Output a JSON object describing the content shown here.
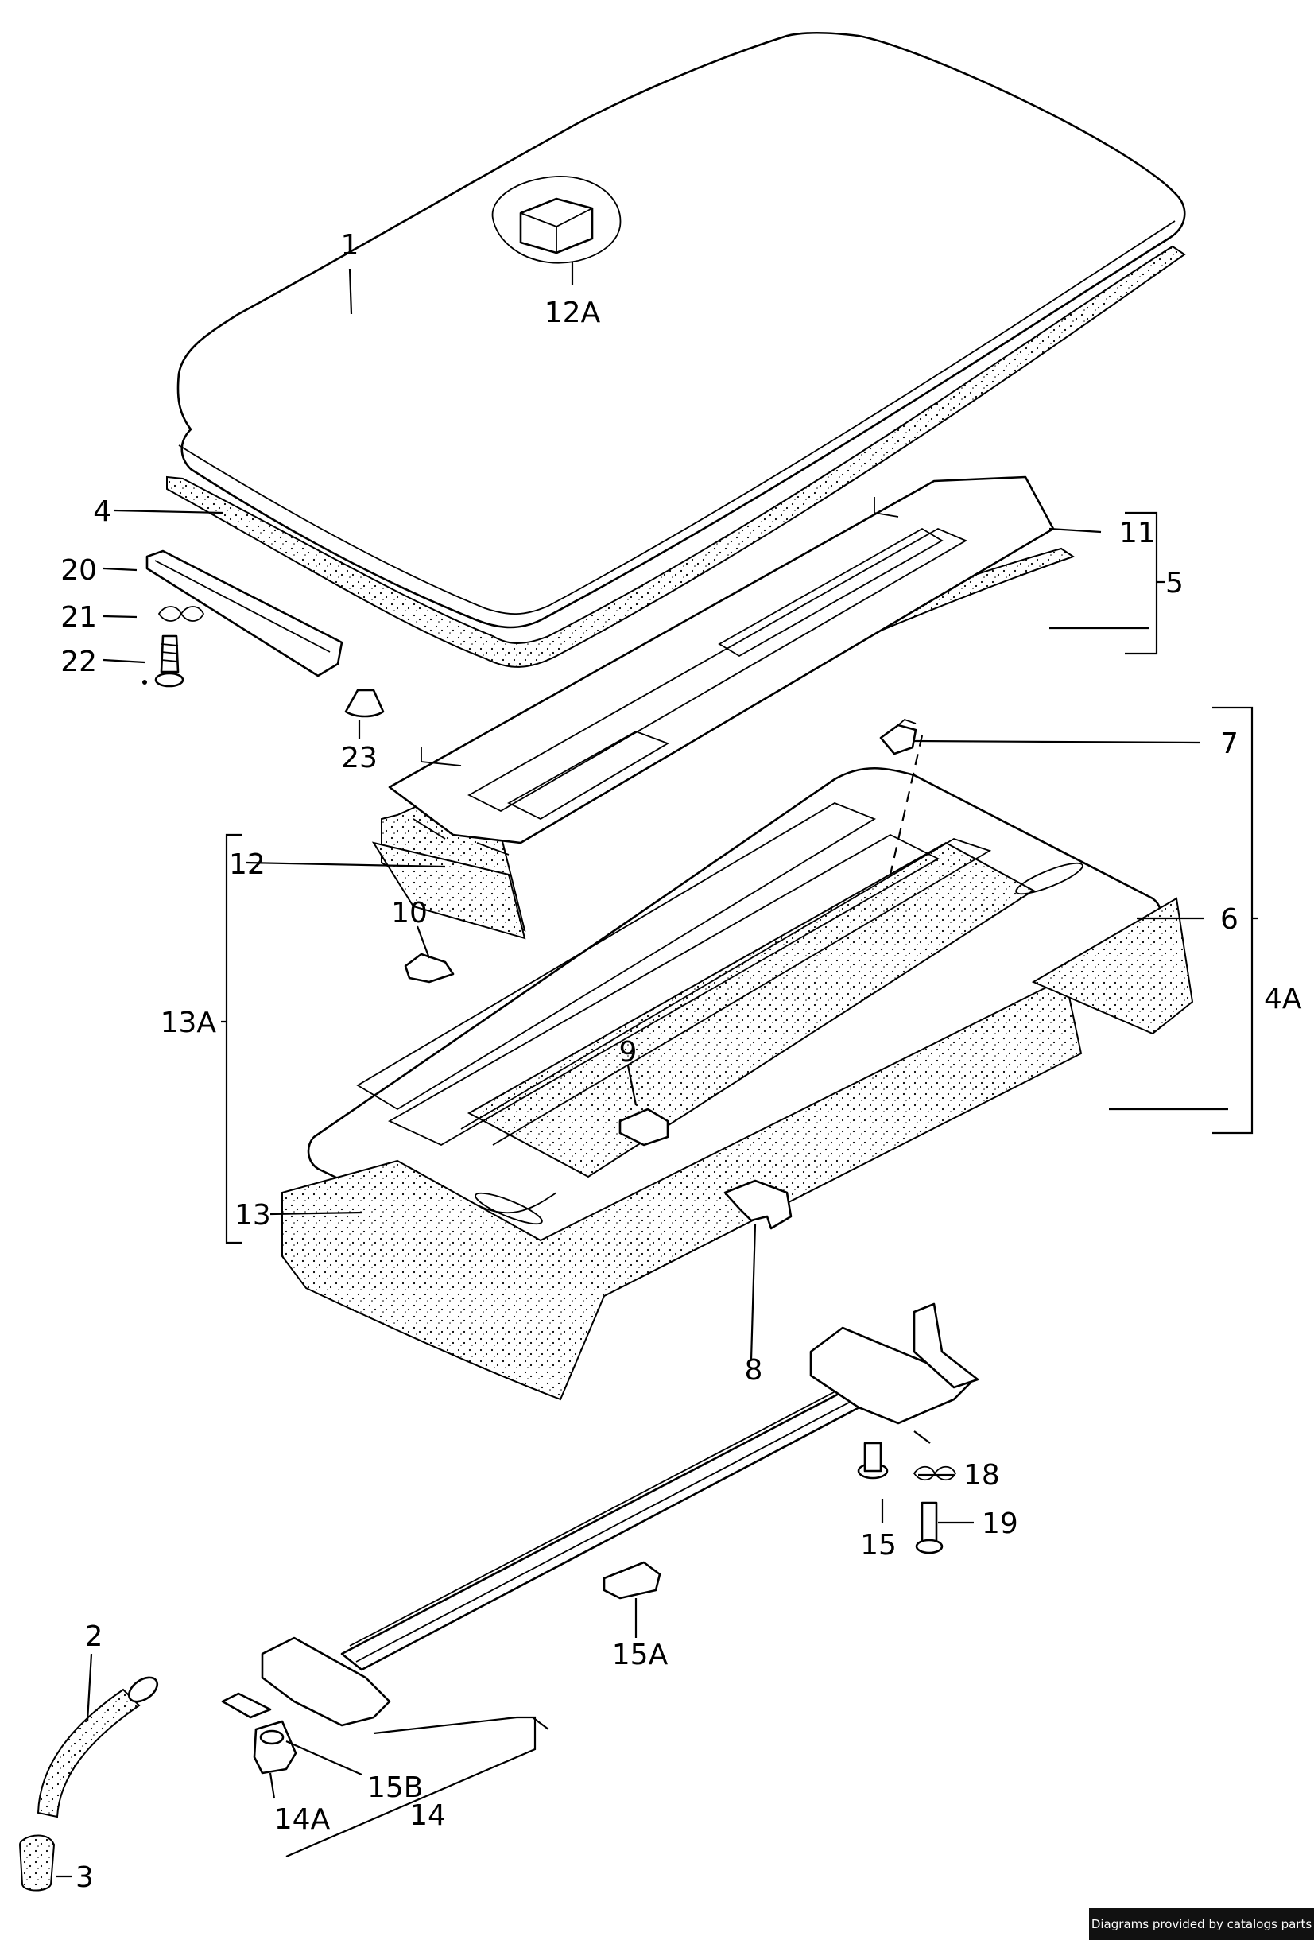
{
  "labels": {
    "l1": "1",
    "l12A": "12A",
    "l4": "4",
    "l20": "20",
    "l21": "21",
    "l22": "22",
    "l23": "23",
    "l11": "11",
    "l5": "5",
    "l7": "7",
    "l6": "6",
    "l4A": "4A",
    "l12": "12",
    "l10": "10",
    "l13A": "13A",
    "l9": "9",
    "l13": "13",
    "l8": "8",
    "l18": "18",
    "l15": "15",
    "l19": "19",
    "l15A": "15A",
    "l2": "2",
    "l15B": "15B",
    "l14A": "14A",
    "l14": "14",
    "l3": "3"
  },
  "footer": "Diagrams provided by catalogs parts"
}
